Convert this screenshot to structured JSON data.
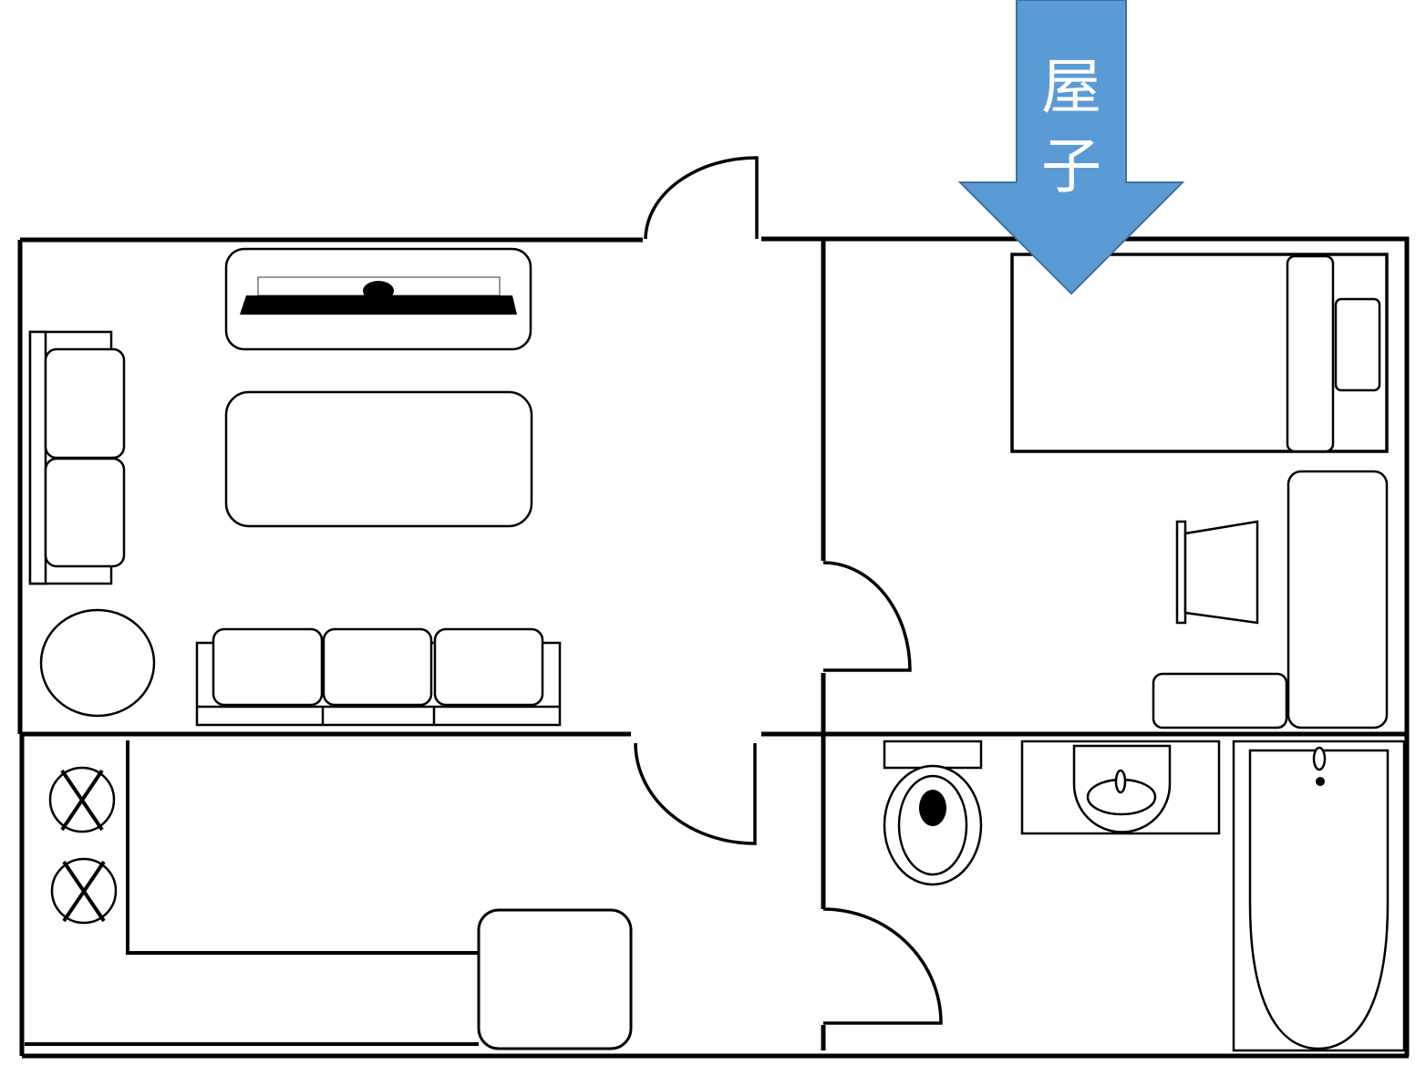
{
  "arrow": {
    "label_line1": "屋",
    "label_line2": "子",
    "fill_color": "#5B9BD5",
    "stroke_color": "#41719C"
  },
  "rooms": [
    "living-room",
    "bedroom",
    "kitchen",
    "bathroom"
  ]
}
